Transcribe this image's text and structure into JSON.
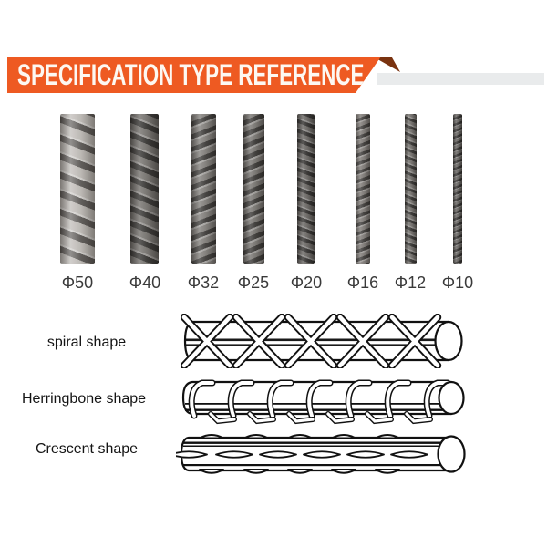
{
  "header": {
    "title": "SPECIFICATION TYPE REFERENCE",
    "accent_color": "#EE5A22",
    "fold_color": "#7A3310",
    "tail_color": "#E9EBEC"
  },
  "rebar_sizes": {
    "items": [
      {
        "label": "Φ50"
      },
      {
        "label": "Φ40"
      },
      {
        "label": "Φ32"
      },
      {
        "label": "Φ25"
      },
      {
        "label": "Φ20"
      },
      {
        "label": "Φ16"
      },
      {
        "label": "Φ12"
      },
      {
        "label": "Φ10"
      }
    ]
  },
  "shapes": {
    "items": [
      {
        "label": "spiral shape"
      },
      {
        "label": "Herringbone shape"
      },
      {
        "label": "Crescent shape"
      }
    ]
  }
}
